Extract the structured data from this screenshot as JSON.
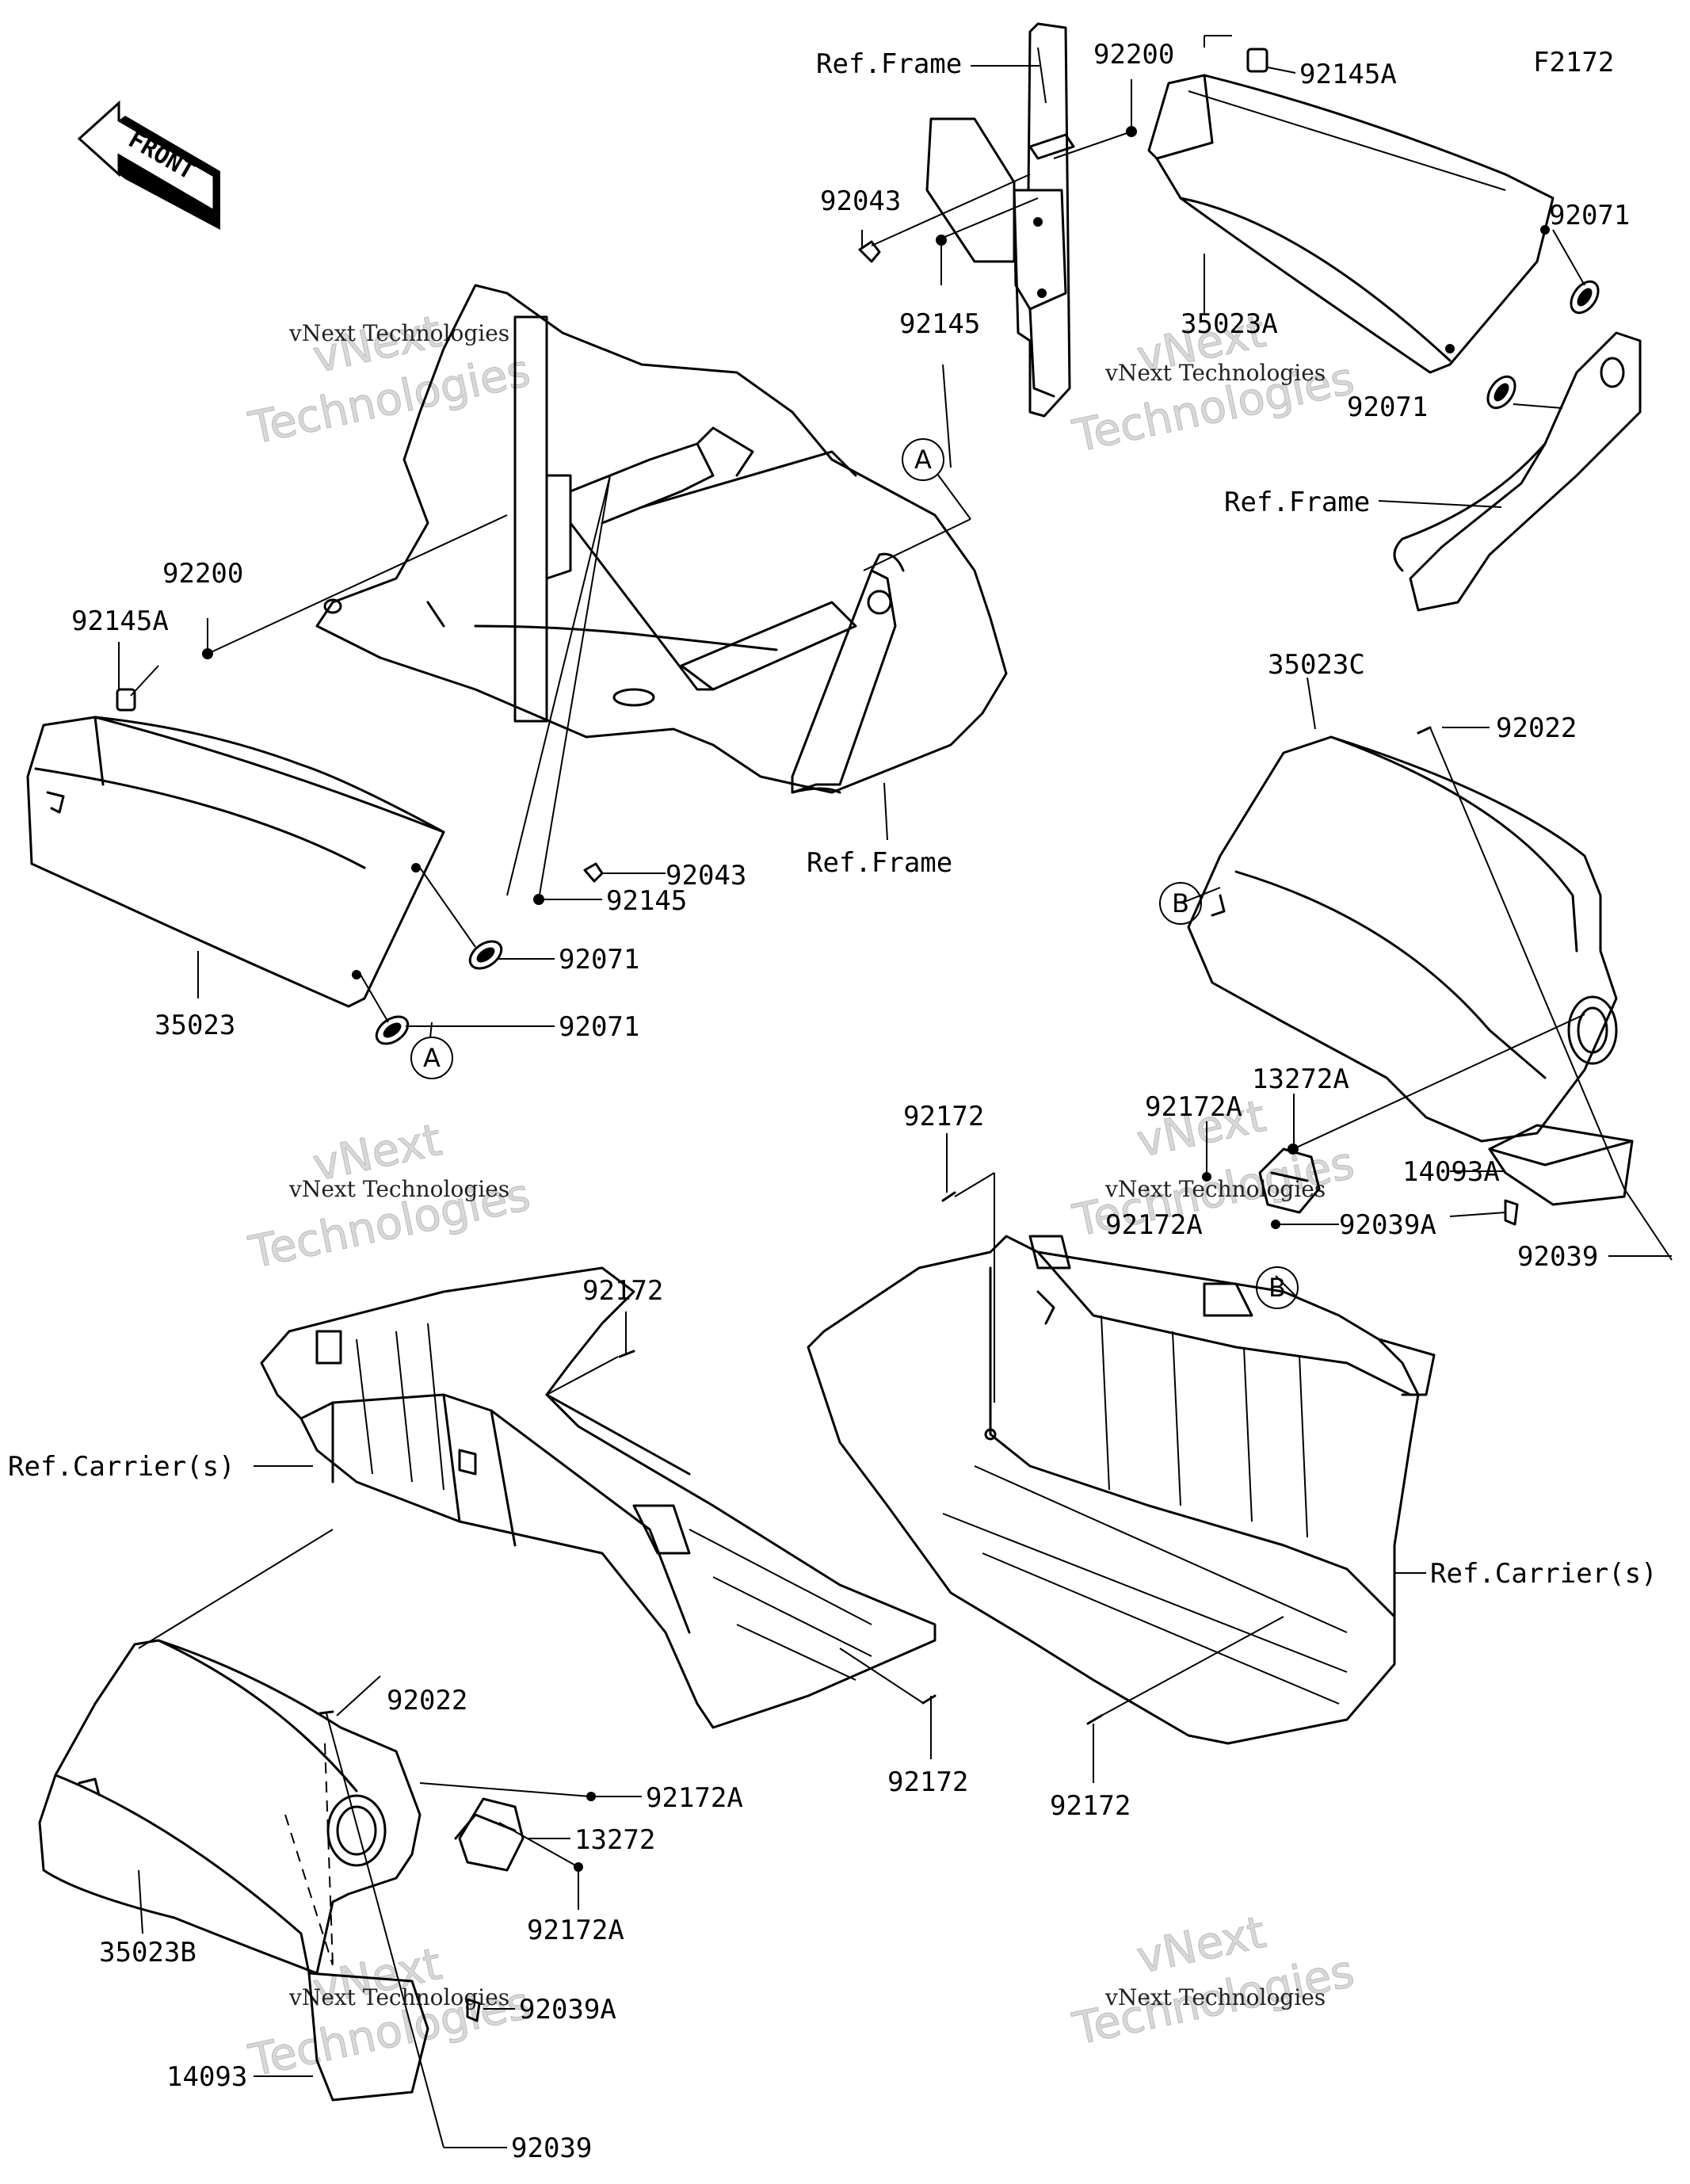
{
  "figure_code": "F2172",
  "front_arrow": {
    "label": "FRONT",
    "icon": "front-arrow-icon"
  },
  "watermark": {
    "line1": "vNext Technologies",
    "line2": "vNext",
    "line3": "Technologies"
  },
  "parts": {
    "p35023": "35023",
    "p35023A": "35023A",
    "p35023B": "35023B",
    "p35023C": "35023C",
    "p92200_top": "92200",
    "p92200_left": "92200",
    "p92145A_top": "92145A",
    "p92145A_left": "92145A",
    "p92043_top": "92043",
    "p92043_mid": "92043",
    "p92145_top": "92145",
    "p92145_mid": "92145",
    "p92071_r1": "92071",
    "p92071_r2": "92071",
    "p92071_l1": "92071",
    "p92071_l2": "92071",
    "p92022_r": "92022",
    "p92022_l": "92022",
    "p13272A": "13272A",
    "p13272": "13272",
    "p92172A_r1": "92172A",
    "p92172A_r2": "92172A",
    "p92172A_l1": "92172A",
    "p92172A_l2": "92172A",
    "p14093A": "14093A",
    "p14093": "14093",
    "p92039A_r": "92039A",
    "p92039A_l": "92039A",
    "p92039_r": "92039",
    "p92039_l": "92039",
    "p92172_1": "92172",
    "p92172_2": "92172",
    "p92172_3": "92172",
    "p92172_4": "92172"
  },
  "refs": {
    "frame_top": "Ref.Frame",
    "frame_right": "Ref.Frame",
    "frame_center": "Ref.Frame",
    "carrier_left": "Ref.Carrier(s)",
    "carrier_right": "Ref.Carrier(s)"
  },
  "callouts": {
    "a1": "A",
    "a2": "A",
    "b1": "B",
    "b2": "B"
  }
}
